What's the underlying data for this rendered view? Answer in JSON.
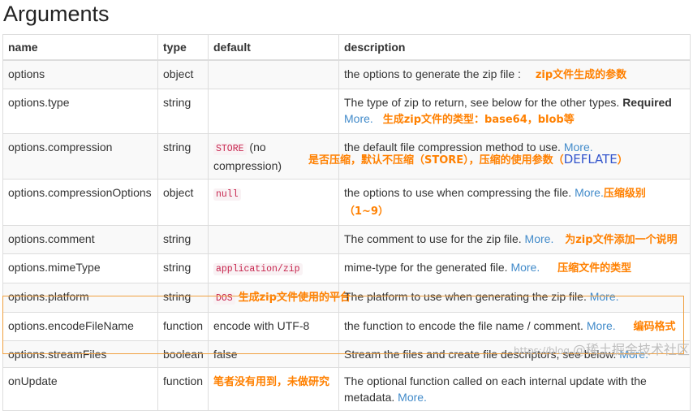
{
  "heading": "Arguments",
  "columns": [
    "name",
    "type",
    "default",
    "description"
  ],
  "rows": [
    {
      "name": "options",
      "type": "object",
      "default": "",
      "default_code": "",
      "description": "the options to generate the zip file :",
      "more": "",
      "note": "zip文件生成的参数"
    },
    {
      "name": "options.type",
      "type": "string",
      "default": "",
      "default_code": "",
      "description": "The type of zip to return, see below for the other types. ",
      "required": "Required",
      "more": "More.",
      "note": "生成zip文件的类型：base64，blob等"
    },
    {
      "name": "options.compression",
      "type": "string",
      "default": "(no compression)",
      "default_code": "STORE",
      "description": "the default file compression method to use. ",
      "more": "More.",
      "note": "是否压缩，默认不压缩（STORE），压缩的使用参数（",
      "note_tail": "DEFLATE",
      "note_end": "）"
    },
    {
      "name": "options.compressionOptions",
      "type": "object",
      "default": "",
      "default_code": "null",
      "description": "the options to use when compressing the file. ",
      "more": "More.",
      "note": "压缩级别（1~9）"
    },
    {
      "name": "options.comment",
      "type": "string",
      "default": "",
      "default_code": "",
      "description": "The comment to use for the zip file. ",
      "more": "More.",
      "note": "为zip文件添加一个说明"
    },
    {
      "name": "options.mimeType",
      "type": "string",
      "default": "",
      "default_code": "application/zip",
      "description": "mime-type for the generated file. ",
      "more": "More.",
      "note": "压缩文件的类型"
    },
    {
      "name": "options.platform",
      "type": "string",
      "default": "",
      "default_code": "DOS",
      "default_note": "生成zip文件使用的平台",
      "description": "The platform to use when generating the zip file. ",
      "more": "More."
    },
    {
      "name": "options.encodeFileName",
      "type": "function",
      "default": "encode with UTF-8",
      "default_code": "",
      "description": "the function to encode the file name / comment. ",
      "more": "More.",
      "note": "编码格式"
    },
    {
      "name": "options.streamFiles",
      "type": "boolean",
      "default": "false",
      "default_code": "",
      "description": "Stream the files and create file descriptors, see below. ",
      "more": "More."
    },
    {
      "name": "onUpdate",
      "type": "function",
      "default": "",
      "default_code": "",
      "default_note": "笔者没有用到，未做研究",
      "description": "The optional function called on each internal update with the metadata. ",
      "more": "More."
    }
  ],
  "watermark": {
    "prefix": "https://blog",
    "text": "@稀土掘金技术社区"
  }
}
